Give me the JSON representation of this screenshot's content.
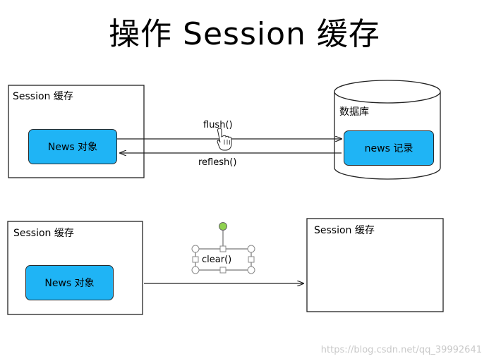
{
  "title": "操作 Session 缓存",
  "top_diagram": {
    "session_box_label": "Session 缓存",
    "session_object": "News 对象",
    "db_label": "数据库",
    "db_record": "news 记录",
    "flush_label": "flush()",
    "refresh_label": "reflesh()"
  },
  "bottom_diagram": {
    "session_box_label": "Session 缓存",
    "session_object": "News 对象",
    "clear_label": "clear()",
    "target_box_label": "Session 缓存"
  },
  "watermark": "https://blog.csdn.net/qq_39992641",
  "colors": {
    "object_fill": "#1fb4f5",
    "handle_green": "#8fd14f"
  },
  "icons": [
    "hand-cursor-icon"
  ]
}
